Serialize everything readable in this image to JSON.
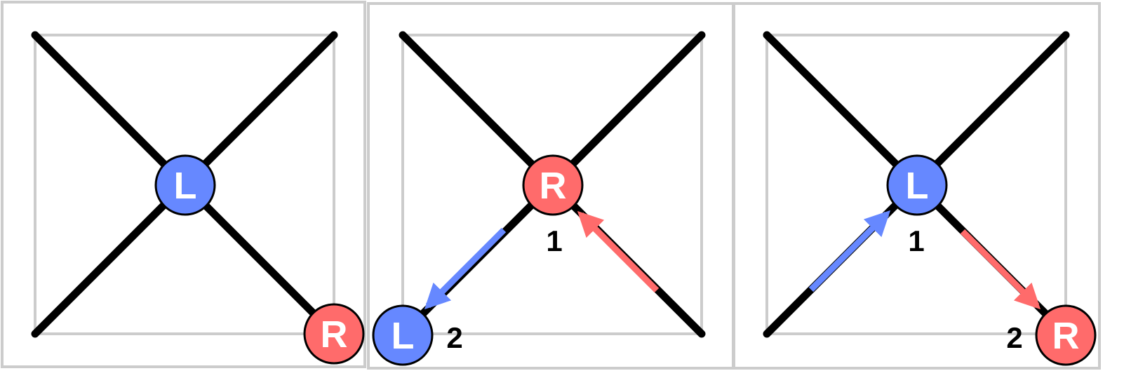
{
  "panels": [
    {
      "nodes": [
        {
          "letter": "L",
          "role": "blue"
        },
        {
          "letter": "R",
          "role": "red"
        }
      ],
      "step_labels": []
    },
    {
      "nodes": [
        {
          "letter": "R",
          "role": "red"
        },
        {
          "letter": "L",
          "role": "blue"
        }
      ],
      "step_labels": [
        "1",
        "2"
      ]
    },
    {
      "nodes": [
        {
          "letter": "L",
          "role": "blue"
        },
        {
          "letter": "R",
          "role": "red"
        }
      ],
      "step_labels": [
        "1",
        "2"
      ]
    }
  ],
  "colors": {
    "blue": "#6688ff",
    "red": "#ff6b6b",
    "line": "#000000",
    "frame": "#cccccc"
  }
}
